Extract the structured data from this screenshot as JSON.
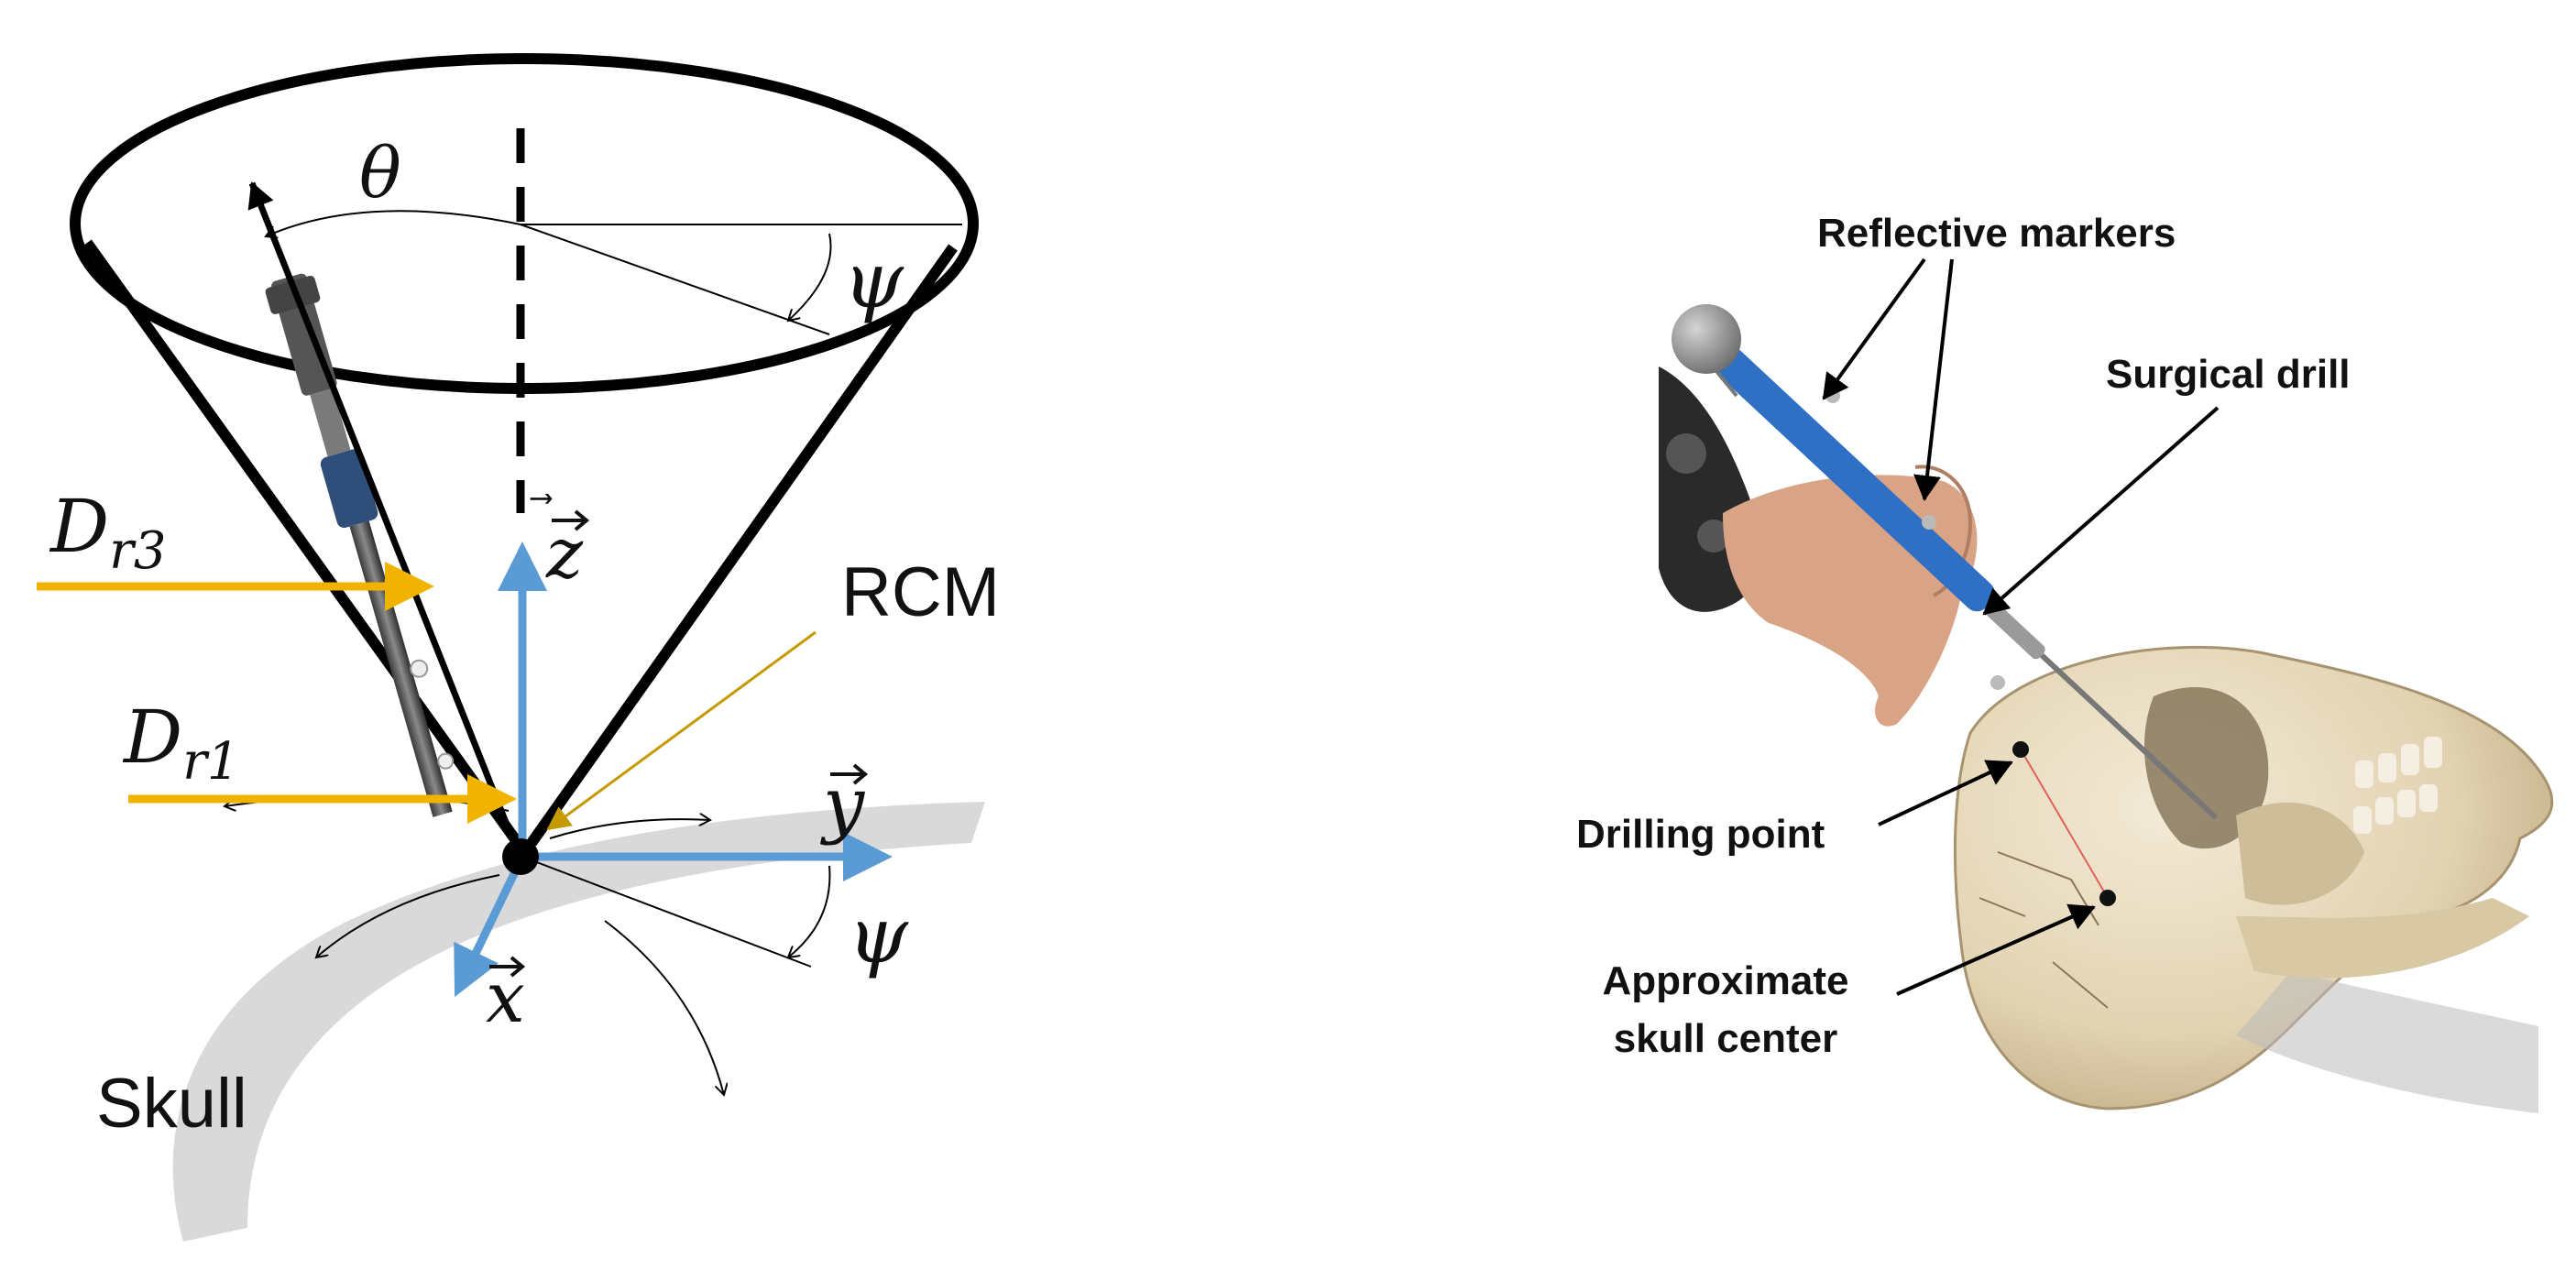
{
  "left_diagram": {
    "labels": {
      "theta": "θ",
      "psi_top": "ψ",
      "psi_bottom": "ψ",
      "dr3_main": "D",
      "dr3_sub": "r3",
      "dr1_main": "D",
      "dr1_sub": "r1",
      "axis_z": "z",
      "axis_y": "y",
      "axis_x": "x",
      "vector_arrow": "⃗",
      "rcm": "RCM",
      "skull": "Skull"
    },
    "colors": {
      "axis_blue": "#5b9bd5",
      "pointer_orange": "#f0b400",
      "skull_gray": "#d9d9d9",
      "line_black": "#000000"
    }
  },
  "right_photo": {
    "labels": {
      "reflective_markers": "Reflective markers",
      "surgical_drill": "Surgical drill",
      "drilling_point": "Drilling point",
      "approx_center_line1": "Approximate",
      "approx_center_line2": "skull center"
    },
    "colors": {
      "bone": "#e6d9bd",
      "bone_shadow": "#b8a47f",
      "drill_blue": "#2f6fc4",
      "marker_gray": "#8e8e8e",
      "glove": "#2a2a2a",
      "skin": "#d9a486",
      "trajectory_red": "#e0605a"
    }
  }
}
